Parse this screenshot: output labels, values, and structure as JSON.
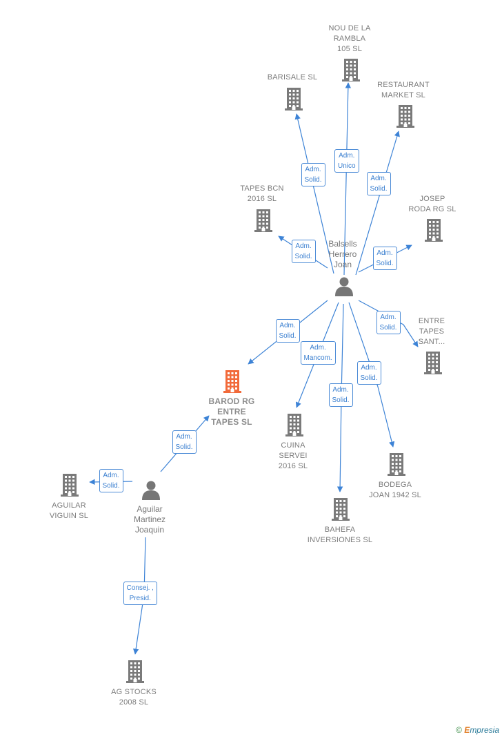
{
  "companies": [
    {
      "id": "nou",
      "label_lines": [
        "NOU DE LA",
        "RAMBLA",
        "105 SL"
      ],
      "focus": false
    },
    {
      "id": "barisale",
      "label_lines": [
        "BARISALE SL"
      ],
      "focus": false
    },
    {
      "id": "restaurant",
      "label_lines": [
        "RESTAURANT",
        "MARKET  SL"
      ],
      "focus": false
    },
    {
      "id": "tapesbcn",
      "label_lines": [
        "TAPES BCN",
        "2016  SL"
      ],
      "focus": false
    },
    {
      "id": "josep",
      "label_lines": [
        "JOSEP",
        "RODA RG  SL"
      ],
      "focus": false
    },
    {
      "id": "entretapes",
      "label_lines": [
        "ENTRE",
        "TAPES",
        "SANT..."
      ],
      "focus": false
    },
    {
      "id": "barod",
      "label_lines": [
        "BAROD RG",
        "ENTRE",
        "TAPES  SL"
      ],
      "focus": true
    },
    {
      "id": "cuina",
      "label_lines": [
        "CUINA",
        "SERVEI",
        "2016  SL"
      ],
      "focus": false
    },
    {
      "id": "bodega",
      "label_lines": [
        "BODEGA",
        "JOAN 1942  SL"
      ],
      "focus": false
    },
    {
      "id": "bahefa",
      "label_lines": [
        "BAHEFA",
        "INVERSIONES SL"
      ],
      "focus": false
    },
    {
      "id": "aguilarviguin",
      "label_lines": [
        "AGUILAR",
        "VIGUIN  SL"
      ],
      "focus": false
    },
    {
      "id": "agstocks",
      "label_lines": [
        "AG STOCKS",
        "2008 SL"
      ],
      "focus": false
    }
  ],
  "persons": [
    {
      "id": "balsells",
      "label_lines": [
        "Balsells",
        "Herrero",
        "Joan"
      ]
    },
    {
      "id": "aguilar",
      "label_lines": [
        "Aguilar",
        "Martinez",
        "Joaquin"
      ]
    }
  ],
  "relations": [
    {
      "id": "r-nou",
      "from": "balsells",
      "to": "nou",
      "label_lines": [
        "Adm.",
        "Unico"
      ]
    },
    {
      "id": "r-barisale",
      "from": "balsells",
      "to": "barisale",
      "label_lines": [
        "Adm.",
        "Solid."
      ]
    },
    {
      "id": "r-restaurant",
      "from": "balsells",
      "to": "restaurant",
      "label_lines": [
        "Adm.",
        "Solid."
      ]
    },
    {
      "id": "r-tapesbcn",
      "from": "balsells",
      "to": "tapesbcn",
      "label_lines": [
        "Adm.",
        "Solid."
      ]
    },
    {
      "id": "r-josep",
      "from": "balsells",
      "to": "josep",
      "label_lines": [
        "Adm.",
        "Solid."
      ]
    },
    {
      "id": "r-entretapes",
      "from": "balsells",
      "to": "entretapes",
      "label_lines": [
        "Adm.",
        "Solid."
      ]
    },
    {
      "id": "r-barod",
      "from": "balsells",
      "to": "barod",
      "label_lines": [
        "Adm.",
        "Solid."
      ]
    },
    {
      "id": "r-cuina",
      "from": "balsells",
      "to": "cuina",
      "label_lines": [
        "Adm.",
        "Mancom."
      ]
    },
    {
      "id": "r-bodega",
      "from": "balsells",
      "to": "bodega",
      "label_lines": [
        "Adm.",
        "Solid."
      ]
    },
    {
      "id": "r-bahefa",
      "from": "balsells",
      "to": "bahefa",
      "label_lines": [
        "Adm.",
        "Solid."
      ]
    },
    {
      "id": "r-aguilar-barod",
      "from": "aguilar",
      "to": "barod",
      "label_lines": [
        "Adm.",
        "Solid."
      ]
    },
    {
      "id": "r-aguilar-viguin",
      "from": "aguilar",
      "to": "aguilarviguin",
      "label_lines": [
        "Adm.",
        "Solid."
      ]
    },
    {
      "id": "r-aguilar-stocks",
      "from": "aguilar",
      "to": "agstocks",
      "label_lines": [
        "Consej. ,",
        "Presid."
      ]
    }
  ],
  "colors": {
    "building": "#7a7a7a",
    "building_focus": "#f26a3a",
    "person": "#767676",
    "edge": "#3d83d6"
  },
  "footer": {
    "copyright": "©",
    "brand_first": "E",
    "brand_rest": "mpresia"
  }
}
